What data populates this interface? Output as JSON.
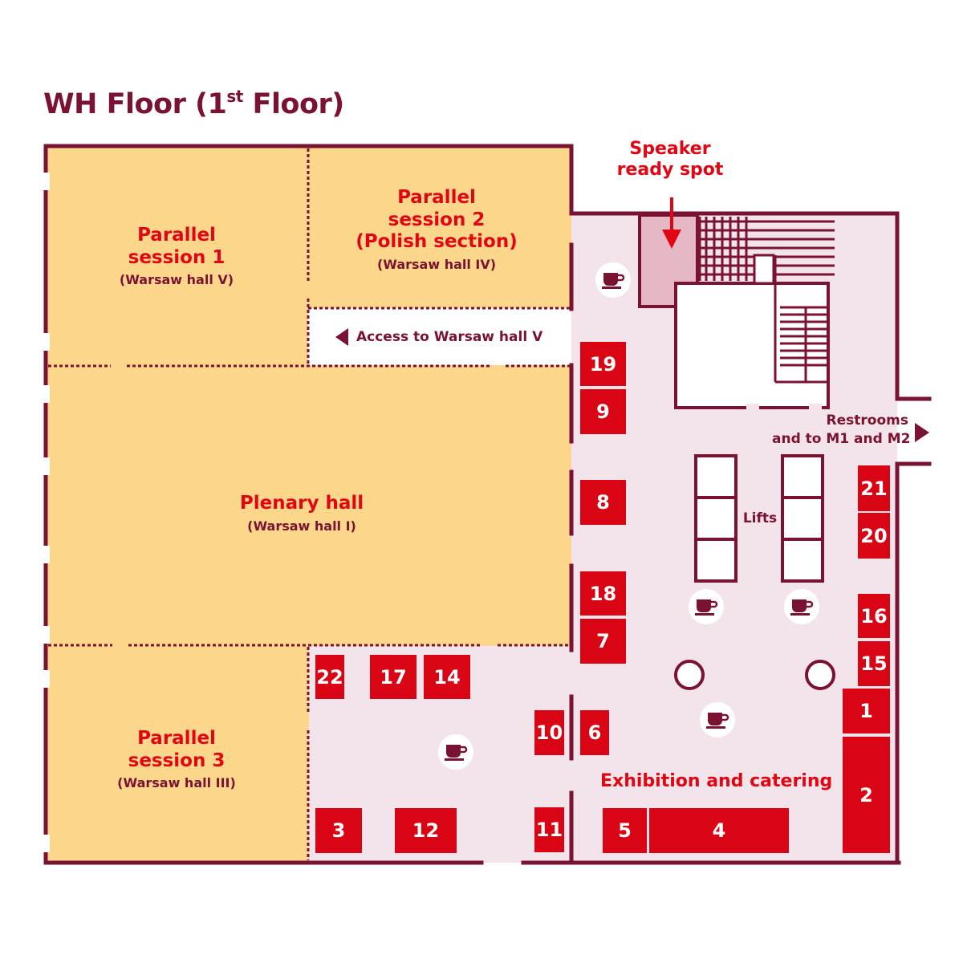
{
  "title": {
    "main": "WH Floor (1",
    "sup": "st",
    "tail": " Floor)"
  },
  "rooms": {
    "parallel1": {
      "name_line1": "Parallel",
      "name_line2": "session 1",
      "hall": "(Warsaw hall V)"
    },
    "parallel2": {
      "name_line1": "Parallel",
      "name_line2": "session 2",
      "name_line3": "(Polish section)",
      "hall": "(Warsaw hall IV)"
    },
    "plenary": {
      "name": "Plenary hall",
      "hall": "(Warsaw hall I)"
    },
    "parallel3": {
      "name_line1": "Parallel",
      "name_line2": "session 3",
      "hall": "(Warsaw hall III)"
    }
  },
  "labels": {
    "access": "Access to Warsaw hall V",
    "speaker_line1": "Speaker",
    "speaker_line2": "ready spot",
    "restrooms_line1": "Restrooms",
    "restrooms_line2": "and to M1 and M2",
    "lifts": "Lifts",
    "exhibition": "Exhibition and catering"
  },
  "booths": [
    "19",
    "9",
    "8",
    "18",
    "7",
    "6",
    "10",
    "11",
    "22",
    "17",
    "14",
    "3",
    "12",
    "5",
    "4",
    "21",
    "20",
    "16",
    "15",
    "1",
    "2"
  ],
  "icons": {
    "coffee": "coffee-cup-icon",
    "arrow_left": "arrow-left-icon",
    "arrow_right": "arrow-right-icon",
    "arrow_down": "arrow-down-icon",
    "column": "column-icon"
  },
  "colors": {
    "wall": "#7a1231",
    "hall_fill": "#fcd78b",
    "corridor_fill": "#f2e4ea",
    "booth": "#d90414",
    "label_red": "#e10613",
    "speaker_zone": "#e6b8c6"
  }
}
